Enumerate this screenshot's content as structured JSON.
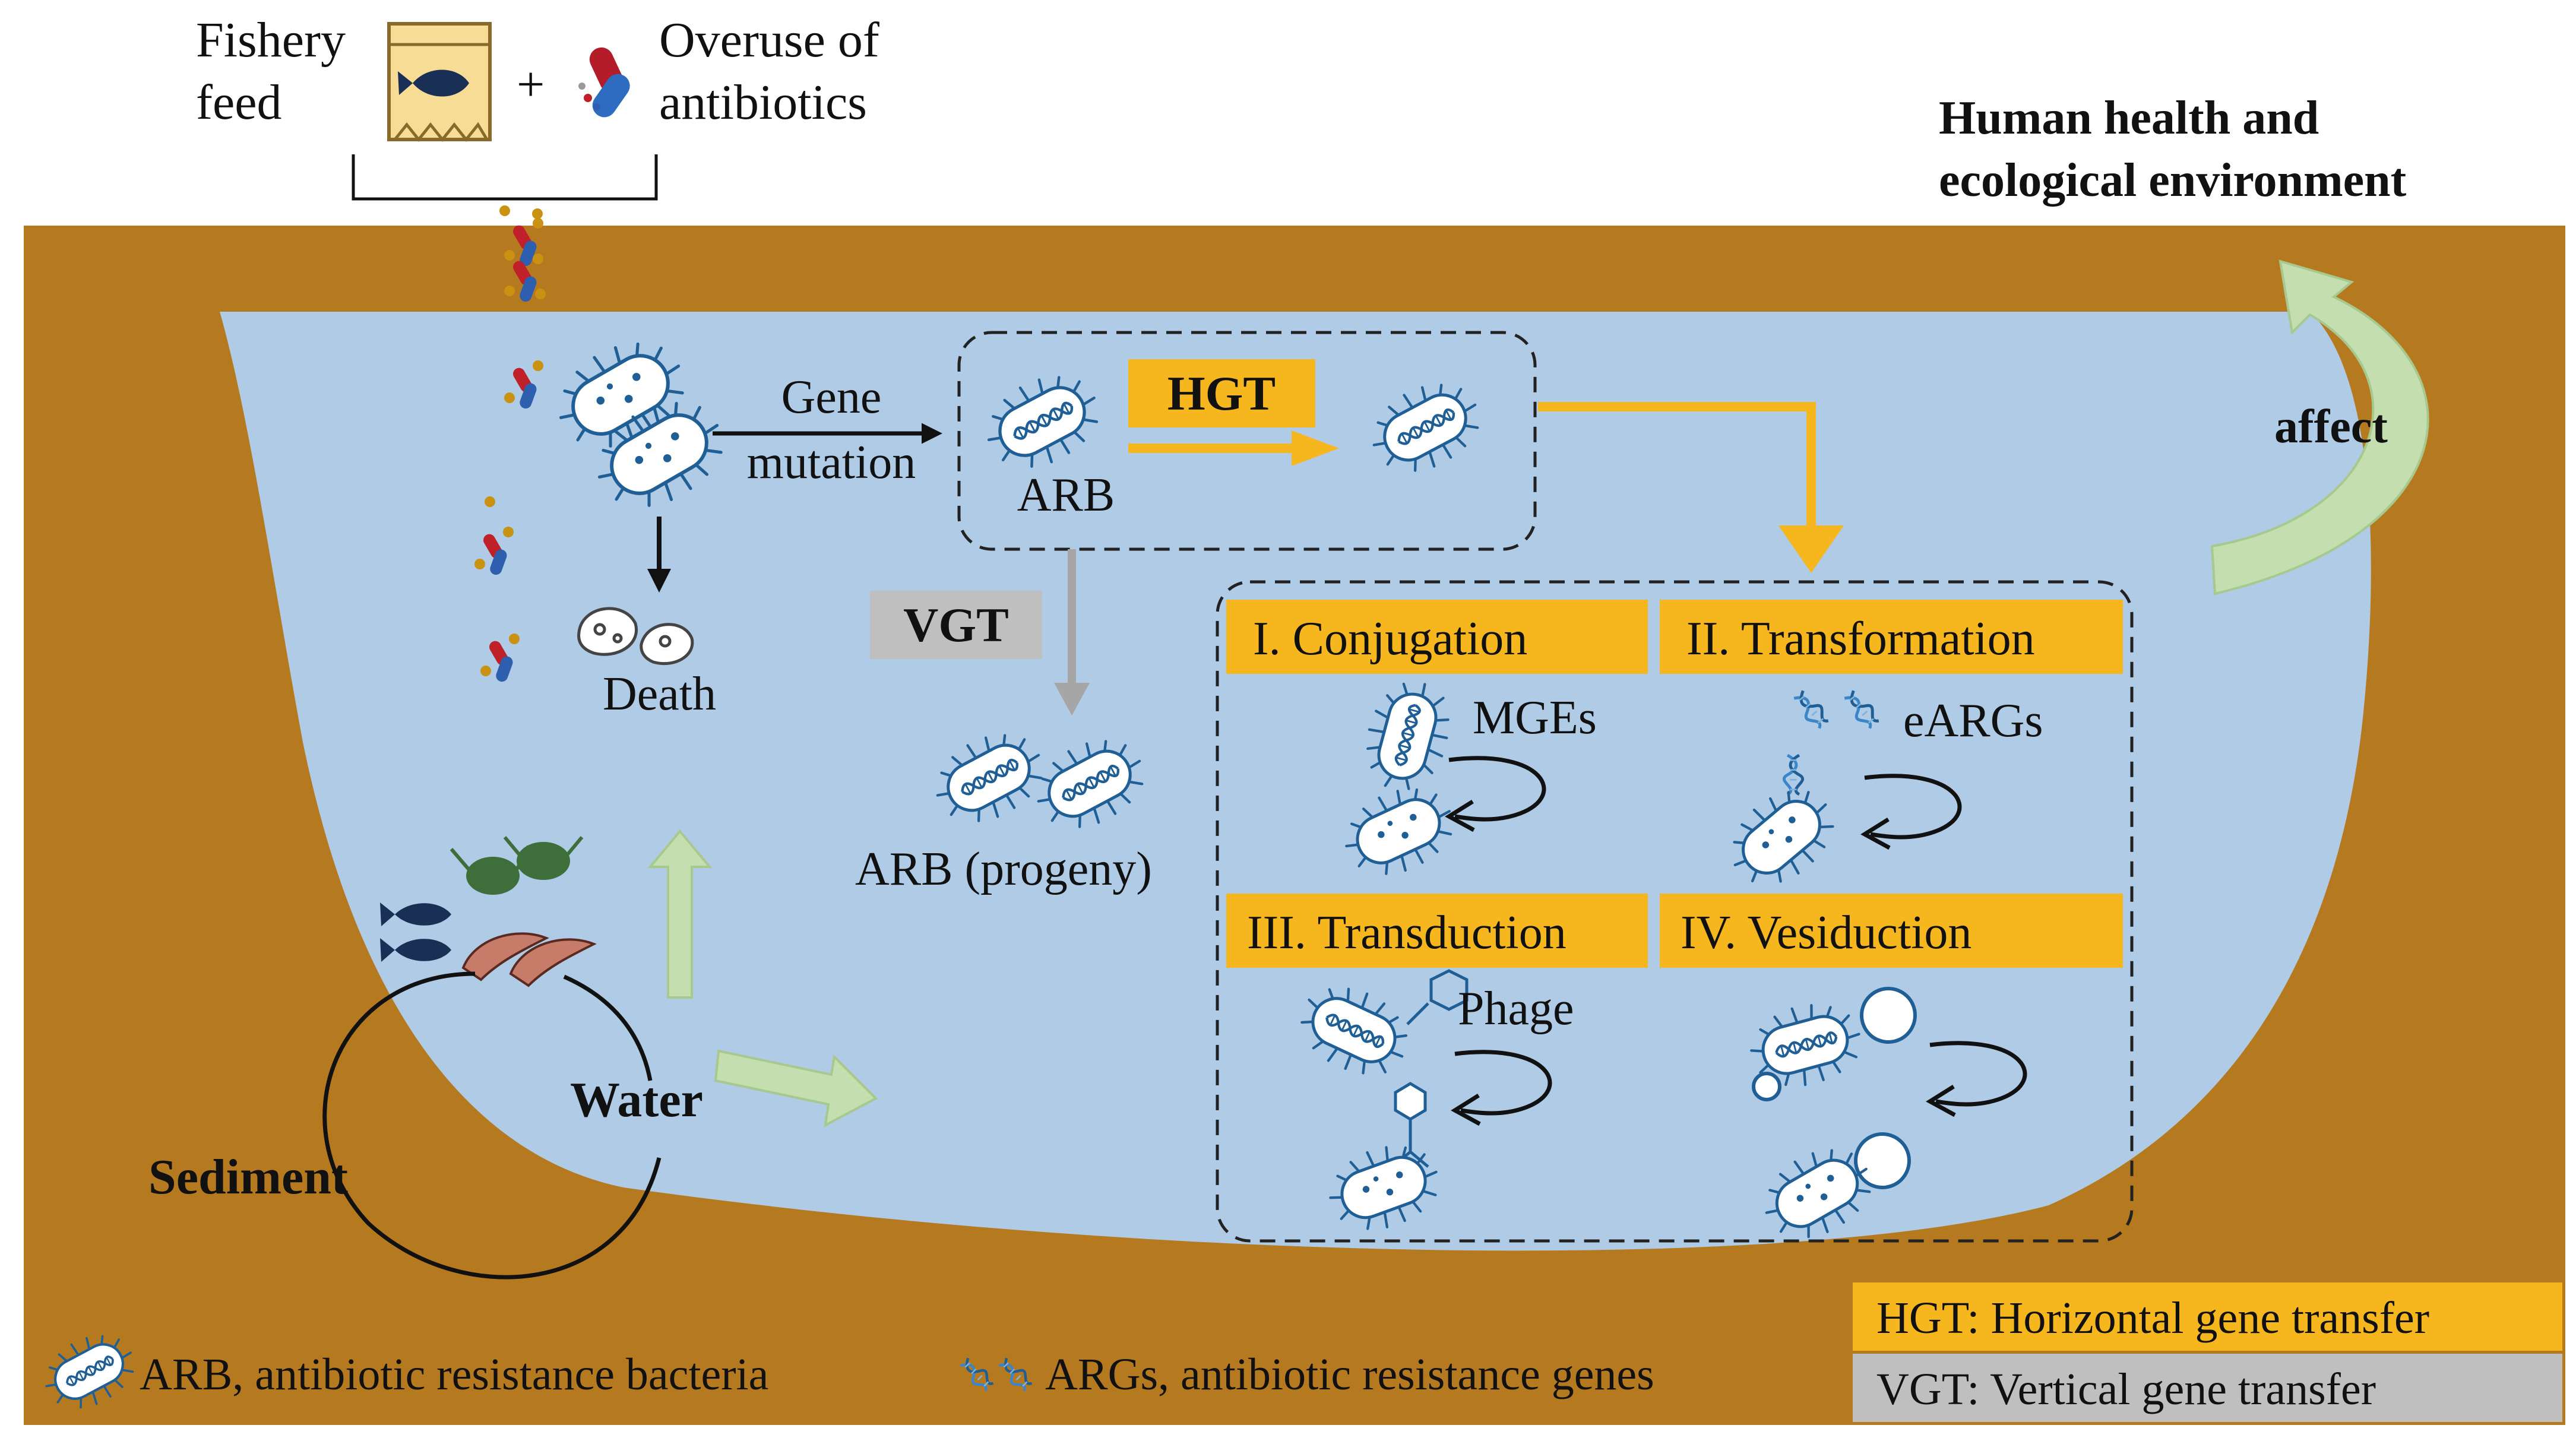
{
  "inputs": {
    "fishery_feed": [
      "Fishery",
      "feed"
    ],
    "plus": "+",
    "overuse_antibiotics": [
      "Overuse of",
      "antibiotics"
    ]
  },
  "impact": {
    "title": [
      "Human health and",
      "ecological environment"
    ],
    "affect": "affect"
  },
  "process": {
    "gene_mutation": [
      "Gene",
      "mutation"
    ],
    "arb": "ARB",
    "death": "Death",
    "hgt_tag": "HGT",
    "vgt_tag": "VGT",
    "arb_progeny": "ARB (progeny)"
  },
  "mechanisms": {
    "conjugation": {
      "label": "I. Conjugation",
      "element": "MGEs"
    },
    "transformation": {
      "label": "II. Transformation",
      "element": "eARGs"
    },
    "transduction": {
      "label": "III. Transduction",
      "element": "Phage"
    },
    "vesiduction": {
      "label": "IV.  Vesiduction",
      "element": ""
    }
  },
  "environment": {
    "water": "Water",
    "sediment": "Sediment"
  },
  "legend": {
    "arb": "ARB, antibiotic resistance bacteria",
    "args": "ARGs, antibiotic resistance genes",
    "hgt": "HGT: Horizontal gene transfer",
    "vgt": "VGT: Vertical gene transfer"
  },
  "colors": {
    "soil": "#B5791F",
    "water": "#AFCBE5",
    "hgt": "#F5B71D",
    "vgt": "#BFBFBF",
    "green_arrow": "#C5DEB0",
    "bacteria_stroke": "#1F5F96"
  }
}
